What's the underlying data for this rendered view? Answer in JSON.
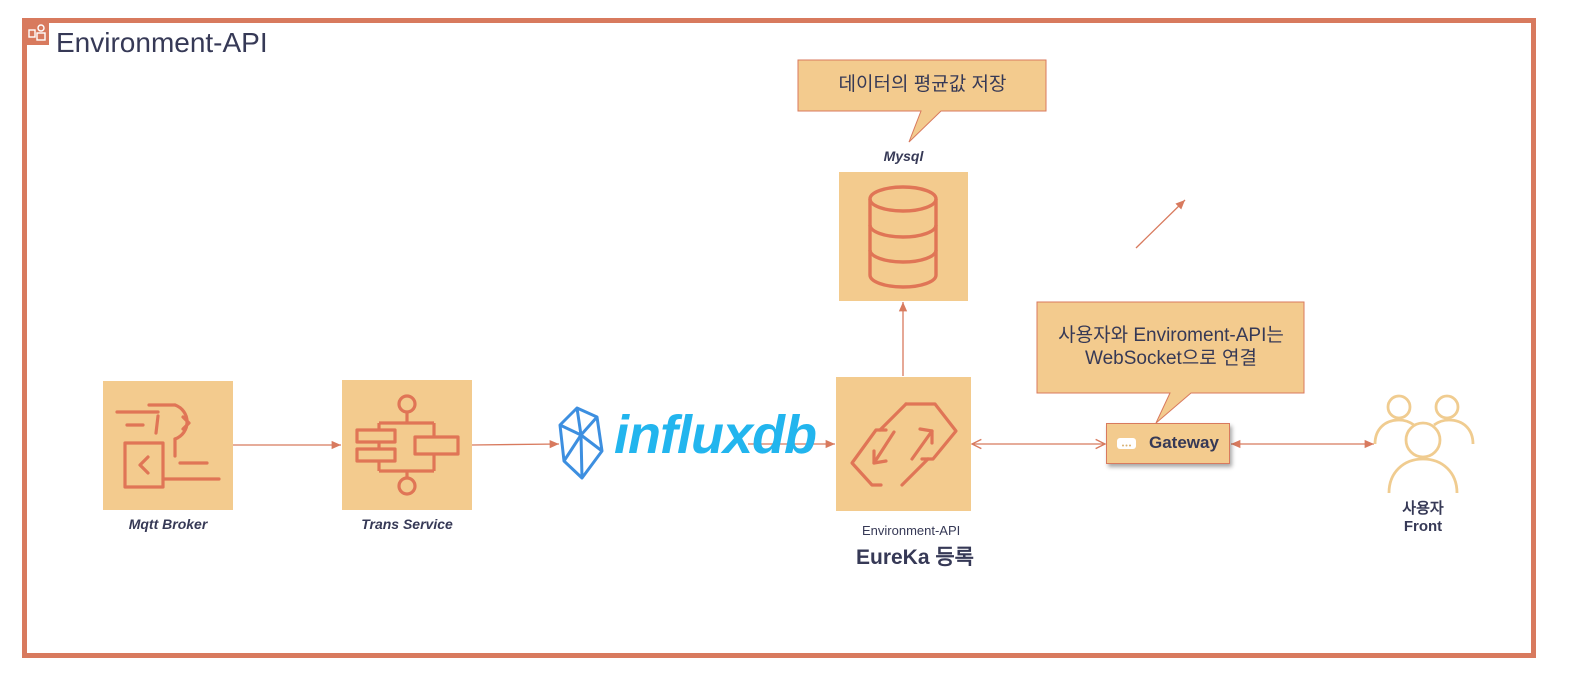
{
  "group": {
    "title": "Environment-API"
  },
  "nodes": {
    "mqtt": {
      "label": "Mqtt Broker"
    },
    "trans": {
      "label": "Trans Service"
    },
    "influx": {
      "logo_text": "influxdb"
    },
    "mysql": {
      "label": "Mysql"
    },
    "eureka": {
      "sub_label": "Environment-API",
      "main_label": "EureKa 등록"
    },
    "gateway": {
      "label": "Gateway"
    },
    "user": {
      "line1": "사용자",
      "line2": "Front"
    }
  },
  "callouts": {
    "mysql_note": "데이터의 평균값 저장",
    "gateway_note_line1": "사용자와 Enviroment-API는",
    "gateway_note_line2": "WebSocket으로 연결"
  },
  "colors": {
    "frame": "#d87a5e",
    "node_fill": "#f3cb8e",
    "icon_stroke": "#e07556",
    "edge": "#d87a5e",
    "text": "#363956",
    "influx_blue": "#22b5ee",
    "user_icon": "#f0cc90"
  },
  "icons": {
    "frame": "region-icon",
    "mqtt": "mqtt-broker-icon",
    "trans": "step-functions-icon",
    "influx": "influxdb-crystal-icon",
    "mysql": "database-icon",
    "eureka": "api-gateway-icon",
    "gateway": "gateway-resource-icon",
    "user": "users-icon"
  }
}
